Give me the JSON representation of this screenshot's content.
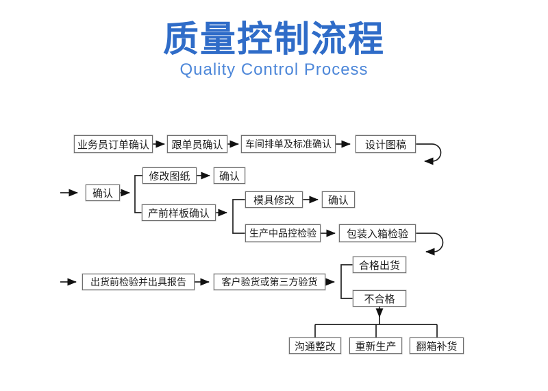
{
  "header": {
    "title": "质量控制流程",
    "subtitle": "Quality Control Process"
  },
  "colors": {
    "title_blue": "#2f6cc8",
    "subtitle_blue": "#4d87d9",
    "box_border": "#6f6f6f",
    "connector_line": "#1f1f1f",
    "box_text": "#1f1f1f",
    "background": "#ffffff"
  },
  "diagram": {
    "type": "flowchart",
    "nodes": [
      {
        "id": "n1",
        "label": "业务员订单确认"
      },
      {
        "id": "n2",
        "label": "跟单员确认"
      },
      {
        "id": "n3",
        "label": "车间排单及标准确认"
      },
      {
        "id": "n4",
        "label": "设计图稿"
      },
      {
        "id": "n5",
        "label": "确认"
      },
      {
        "id": "n6",
        "label": "修改图纸"
      },
      {
        "id": "n7",
        "label": "确认"
      },
      {
        "id": "n8",
        "label": "产前样板确认"
      },
      {
        "id": "n9",
        "label": "模具修改"
      },
      {
        "id": "n10",
        "label": "确认"
      },
      {
        "id": "n11",
        "label": "生产中品控检验"
      },
      {
        "id": "n12",
        "label": "包装入箱检验"
      },
      {
        "id": "n13",
        "label": "出货前检验并出具报告"
      },
      {
        "id": "n14",
        "label": "客户验货或第三方验货"
      },
      {
        "id": "n15",
        "label": "合格出货"
      },
      {
        "id": "n16",
        "label": "不合格"
      },
      {
        "id": "n17",
        "label": "沟通整改"
      },
      {
        "id": "n18",
        "label": "重新生产"
      },
      {
        "id": "n19",
        "label": "翻箱补货"
      }
    ],
    "edges": [
      {
        "from": "n1",
        "to": "n2"
      },
      {
        "from": "n2",
        "to": "n3"
      },
      {
        "from": "n3",
        "to": "n4"
      },
      {
        "from": "n4",
        "to": "n5",
        "style": "wrap-loop"
      },
      {
        "from": "n5",
        "to": "n6"
      },
      {
        "from": "n6",
        "to": "n7"
      },
      {
        "from": "n5",
        "to": "n8"
      },
      {
        "from": "n8",
        "to": "n9"
      },
      {
        "from": "n9",
        "to": "n10"
      },
      {
        "from": "n8",
        "to": "n11"
      },
      {
        "from": "n11",
        "to": "n12"
      },
      {
        "from": "n12",
        "to": "n13",
        "style": "wrap-loop"
      },
      {
        "from": "n13",
        "to": "n14"
      },
      {
        "from": "n14",
        "to": "n15"
      },
      {
        "from": "n14",
        "to": "n16"
      },
      {
        "from": "n16",
        "to": "n17"
      },
      {
        "from": "n16",
        "to": "n18"
      },
      {
        "from": "n16",
        "to": "n19"
      }
    ]
  }
}
